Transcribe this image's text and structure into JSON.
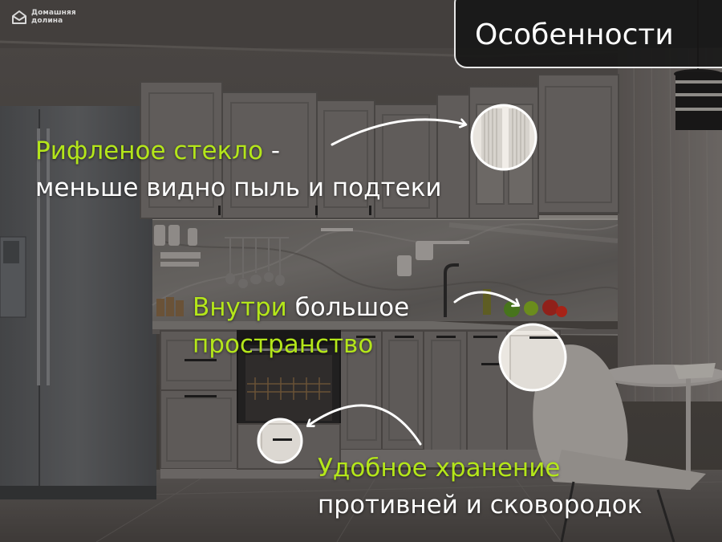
{
  "logo": {
    "text": "Домашняя\nдолина"
  },
  "title": "Особенности",
  "features": [
    {
      "highlight": "Рифленое стекло",
      "rest": " -",
      "line2": "меньше видно пыль и подтеки"
    },
    {
      "highlight": "Внутри",
      "rest": " большое",
      "line2": "пространство"
    },
    {
      "highlight": "Удобное хранение",
      "rest": "",
      "line2": "противней и сковородок"
    }
  ],
  "colors": {
    "accent": "#b4e61a",
    "title_bg": "#161616",
    "title_border": "#e8e8e8"
  }
}
